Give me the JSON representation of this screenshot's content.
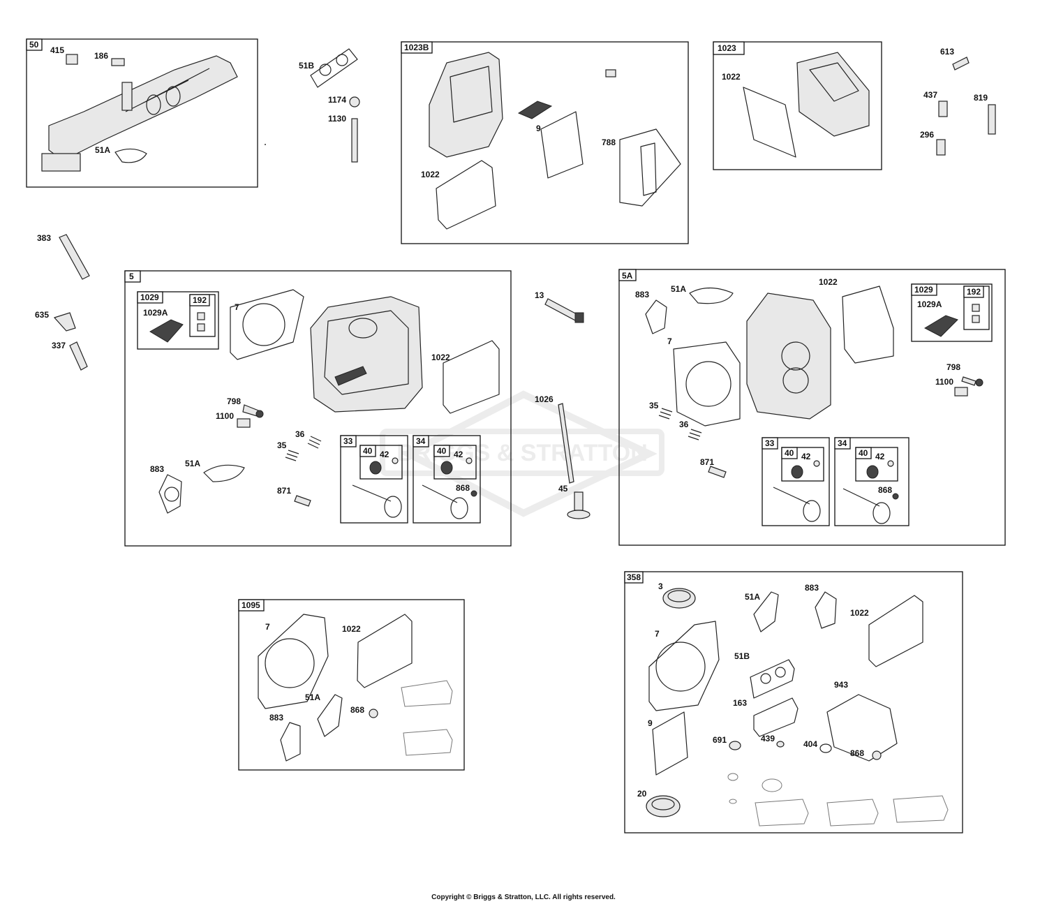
{
  "watermark": "BRIGGS & STRATTON",
  "copyright": "Copyright © Briggs & Stratton, LLC. All rights reserved.",
  "boxes": {
    "b50": "50",
    "b1023B": "1023B",
    "b1023": "1023",
    "b5": "5",
    "b1029a": "1029",
    "b192a": "192",
    "b33a": "33",
    "b40a": "40",
    "b34a": "34",
    "b40b": "40",
    "b5A": "5A",
    "b1029b": "1029",
    "b192b": "192",
    "b33b": "33",
    "b40c": "40",
    "b34b": "34",
    "b40d": "40",
    "b1095": "1095",
    "b358": "358"
  },
  "callouts": {
    "c415": "415",
    "c186": "186",
    "c51A_50": "51A",
    "c51B_top": "51B",
    "c1174": "1174",
    "c1130": "1130",
    "c9_1023B": "9",
    "c788": "788",
    "c1022_1023B": "1022",
    "c1022_1023": "1022",
    "c613": "613",
    "c437": "437",
    "c819": "819",
    "c296": "296",
    "c383": "383",
    "c635": "635",
    "c337": "337",
    "c1029A_5": "1029A",
    "c7_5": "7",
    "c1022_5": "1022",
    "c798_5": "798",
    "c1100_5": "1100",
    "c36_5": "36",
    "c35_5": "35",
    "c883_5": "883",
    "c51A_5": "51A",
    "c871_5": "871",
    "c42a": "42",
    "c42b": "42",
    "c868_34a": "868",
    "c13": "13",
    "c1026": "1026",
    "c45": "45",
    "c883_5A": "883",
    "c51A_5A": "51A",
    "c1022_5A": "1022",
    "c1029A_5A": "1029A",
    "c7_5A": "7",
    "c35_5A": "35",
    "c36_5A": "36",
    "c871_5A": "871",
    "c798_5A": "798",
    "c1100_5A": "1100",
    "c42c": "42",
    "c42d": "42",
    "c868_34b": "868",
    "c7_1095": "7",
    "c1022_1095": "1022",
    "c51A_1095": "51A",
    "c868_1095": "868",
    "c883_1095": "883",
    "c3": "3",
    "c51A_358": "51A",
    "c883_358": "883",
    "c1022_358": "1022",
    "c7_358": "7",
    "c51B_358": "51B",
    "c943": "943",
    "c163": "163",
    "c9_358": "9",
    "c691": "691",
    "c439": "439",
    "c404": "404",
    "c868_358": "868",
    "c20": "20"
  }
}
